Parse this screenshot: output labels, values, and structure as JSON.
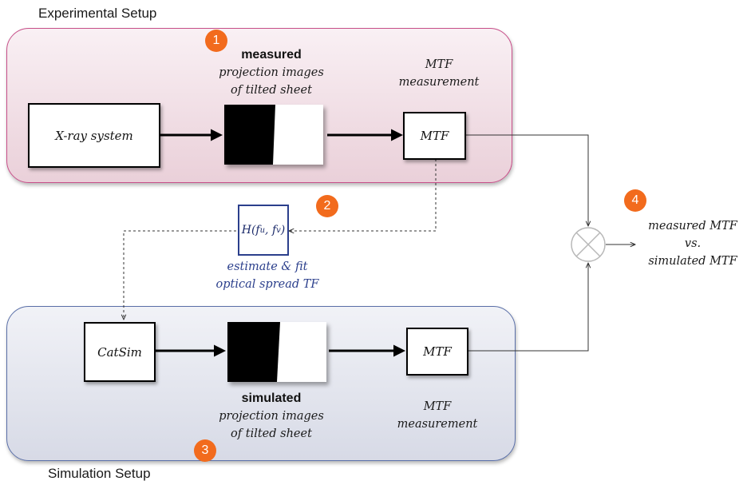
{
  "experimental": {
    "title": "Experimental Setup",
    "badge": "1",
    "caption_bold": "measured",
    "caption_line1": "projection images",
    "caption_line2": "of tilted sheet",
    "mtf_label_line1": "MTF",
    "mtf_label_line2": "measurement",
    "source_box": "X-ray system",
    "mtf_box": "MTF"
  },
  "estimate": {
    "badge": "2",
    "box": "H(f_u, f_v)",
    "box_main": "H(f",
    "sub_u": "u",
    "sep": ", f",
    "sub_v": "v",
    "close": ")",
    "line1": "estimate & fit",
    "line2": "optical spread TF"
  },
  "simulation": {
    "title": "Simulation Setup",
    "badge": "3",
    "caption_bold": "simulated",
    "caption_line1": "projection images",
    "caption_line2": "of tilted sheet",
    "mtf_label_line1": "MTF",
    "mtf_label_line2": "measurement",
    "source_box": "CatSim",
    "mtf_box": "MTF"
  },
  "comparison": {
    "badge": "4",
    "line1": "measured MTF",
    "line2": "vs.",
    "line3": "simulated MTF"
  },
  "colors": {
    "badge": "#f26b1d",
    "experimental_border": "#c8508a",
    "simulation_border": "#5a6fa8",
    "estimate_blue": "#2b3f8c"
  }
}
